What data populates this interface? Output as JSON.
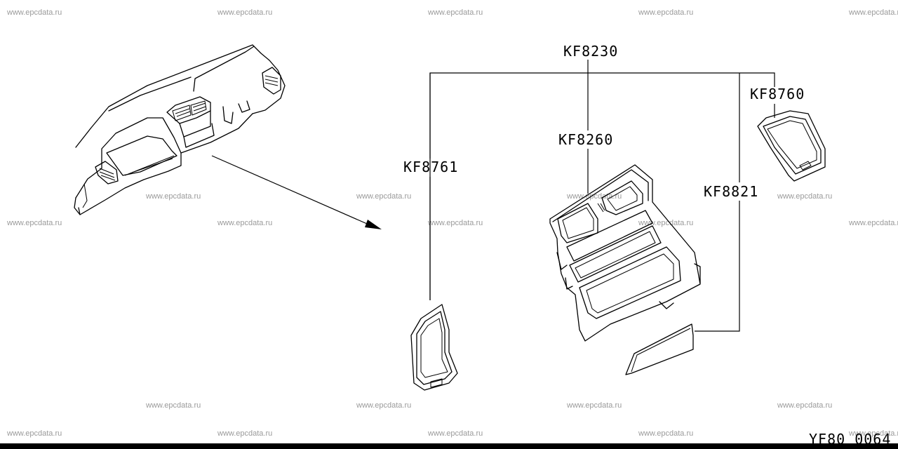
{
  "watermark": "www.epcdata.ru",
  "labels": {
    "kf8230": "KF8230",
    "kf8760": "KF8760",
    "kf8260": "KF8260",
    "kf8761": "KF8761",
    "kf8821": "KF8821"
  },
  "diagram_code": "YF80 0064"
}
